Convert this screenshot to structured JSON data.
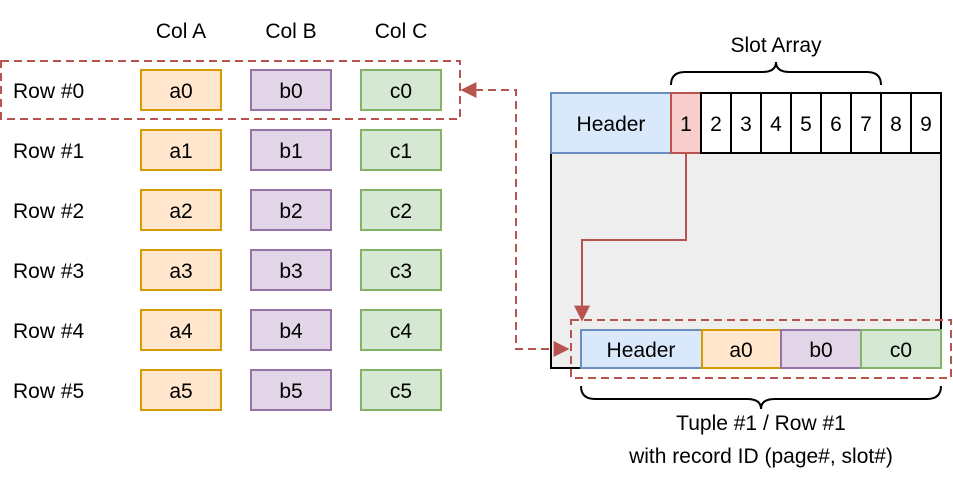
{
  "table": {
    "columns": [
      "Col A",
      "Col B",
      "Col C"
    ],
    "rows": [
      {
        "label": "Row #0",
        "cells": [
          "a0",
          "b0",
          "c0"
        ]
      },
      {
        "label": "Row #1",
        "cells": [
          "a1",
          "b1",
          "c1"
        ]
      },
      {
        "label": "Row #2",
        "cells": [
          "a2",
          "b2",
          "c2"
        ]
      },
      {
        "label": "Row #3",
        "cells": [
          "a3",
          "b3",
          "c3"
        ]
      },
      {
        "label": "Row #4",
        "cells": [
          "a4",
          "b4",
          "c4"
        ]
      },
      {
        "label": "Row #5",
        "cells": [
          "a5",
          "b5",
          "c5"
        ]
      }
    ],
    "colors": {
      "a": {
        "fill": "#ffe6cc",
        "stroke": "#d79b00"
      },
      "b": {
        "fill": "#e1d5e7",
        "stroke": "#9673a6"
      },
      "c": {
        "fill": "#d5e8d4",
        "stroke": "#82b366"
      }
    }
  },
  "page": {
    "slot_array_label": "Slot Array",
    "header_label": "Header",
    "slots": [
      "1",
      "2",
      "3",
      "4",
      "5",
      "6",
      "7",
      "8",
      "9"
    ],
    "header_fill": "#dae8fc",
    "header_stroke": "#6c8ebf",
    "highlight_slot_fill": "#f8cecc",
    "highlight_slot_stroke": "#b85450",
    "body_fill": "#eeeeee"
  },
  "tuple": {
    "header_label": "Header",
    "values": [
      "a0",
      "b0",
      "c0"
    ],
    "caption_line1": "Tuple #1 / Row #1",
    "caption_line2": "with record ID (page#, slot#)"
  },
  "accent": {
    "pointer": "#b85450"
  }
}
